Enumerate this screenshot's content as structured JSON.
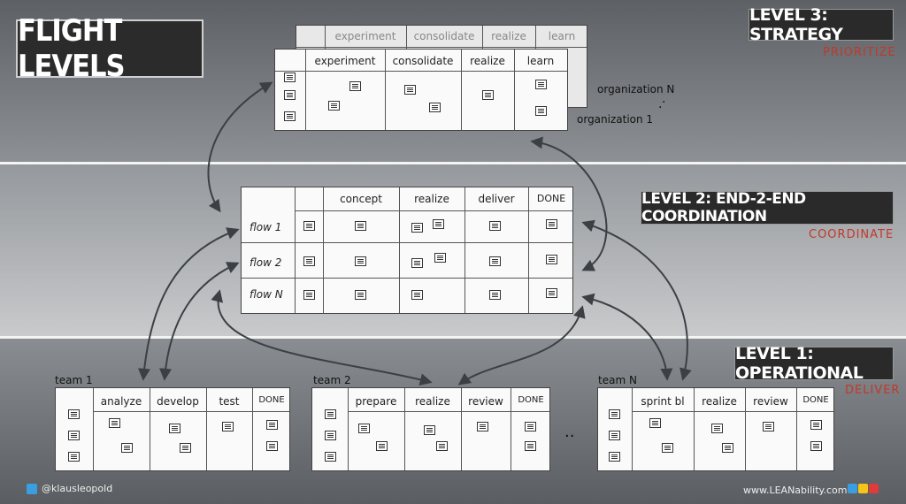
{
  "title": "FLIGHT LEVELS",
  "levels": {
    "l3": {
      "name": "LEVEL 3: STRATEGY",
      "sub": "PRIORITIZE"
    },
    "l2": {
      "name": "LEVEL 2: END-2-END COORDINATION",
      "sub": "COORDINATE"
    },
    "l1": {
      "name": "LEVEL 1: OPERATIONAL",
      "sub": "DELIVER"
    }
  },
  "strategy_board": {
    "columns": [
      "experiment",
      "consolidate",
      "realize",
      "learn"
    ],
    "org_first": "organization 1",
    "org_last": "organization N",
    "dots": "."
  },
  "coordination_board": {
    "columns": [
      "concept",
      "realize",
      "deliver",
      "DONE"
    ],
    "rows": [
      "flow 1",
      "flow 2",
      "flow N"
    ]
  },
  "team_boards": [
    {
      "label": "team 1",
      "columns": [
        "analyze",
        "develop",
        "test",
        "DONE"
      ]
    },
    {
      "label": "team 2",
      "columns": [
        "prepare",
        "realize",
        "review",
        "DONE"
      ]
    },
    {
      "label": "team N",
      "columns": [
        "sprint bl",
        "realize",
        "review",
        "DONE"
      ]
    }
  ],
  "ellipsis": "..",
  "footer": {
    "twitter": "@klausleopold",
    "site": "www.LEANability.com"
  },
  "colors": {
    "accent_red": "#c0392b",
    "logo": [
      "#3b9ee0",
      "#f5c518",
      "#e03b3b"
    ]
  }
}
